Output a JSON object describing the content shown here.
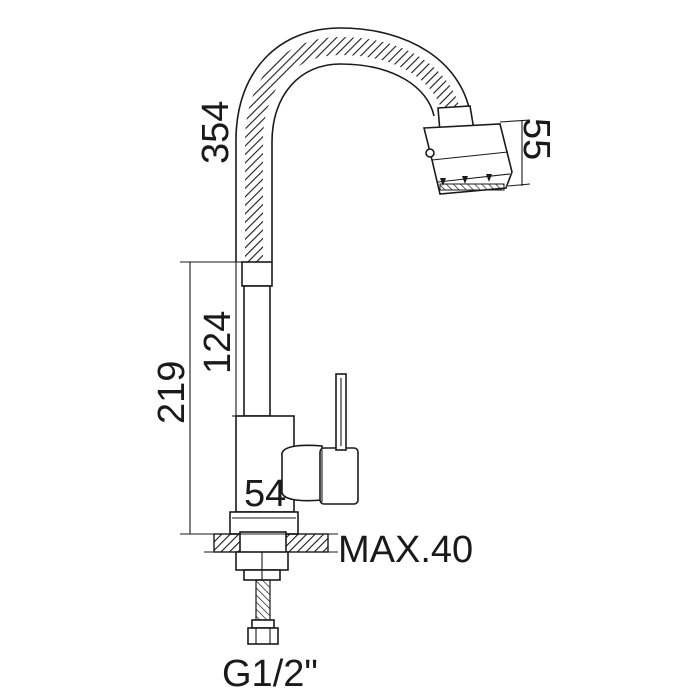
{
  "labels": {
    "spout_height": "354",
    "head_size": "55",
    "body_height": "124",
    "total_height": "219",
    "base_width": "54",
    "deck_thickness": "MAX.40",
    "thread": "G1/2\""
  },
  "colors": {
    "ink": "#1a1a1a",
    "background": "#ffffff"
  }
}
